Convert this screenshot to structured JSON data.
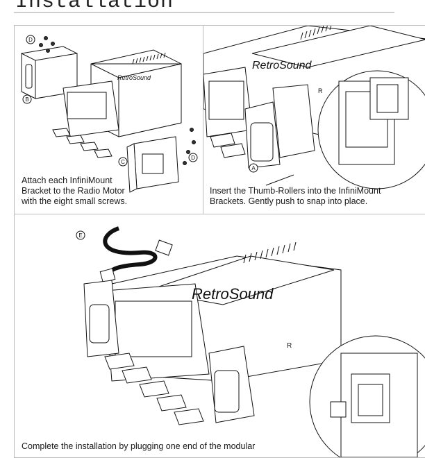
{
  "page": {
    "title": "Installation"
  },
  "steps": [
    {
      "caption_lines": [
        "Attach each InfiniMount",
        "Bracket to the Radio Motor",
        "with the eight small screws."
      ],
      "callouts": [
        "D",
        "B",
        "C",
        "D"
      ]
    },
    {
      "caption_lines": [
        "Insert the Thumb-Rollers into the InfiniMount",
        "Brackets. Gently push to snap into place."
      ],
      "callouts": [
        "A"
      ]
    },
    {
      "caption_lines": [
        "Complete the installation by plugging one end of the modular"
      ],
      "callouts": [
        "E"
      ]
    }
  ],
  "brand": {
    "logo_text": "RetroSound",
    "bracket_letter": "R"
  }
}
